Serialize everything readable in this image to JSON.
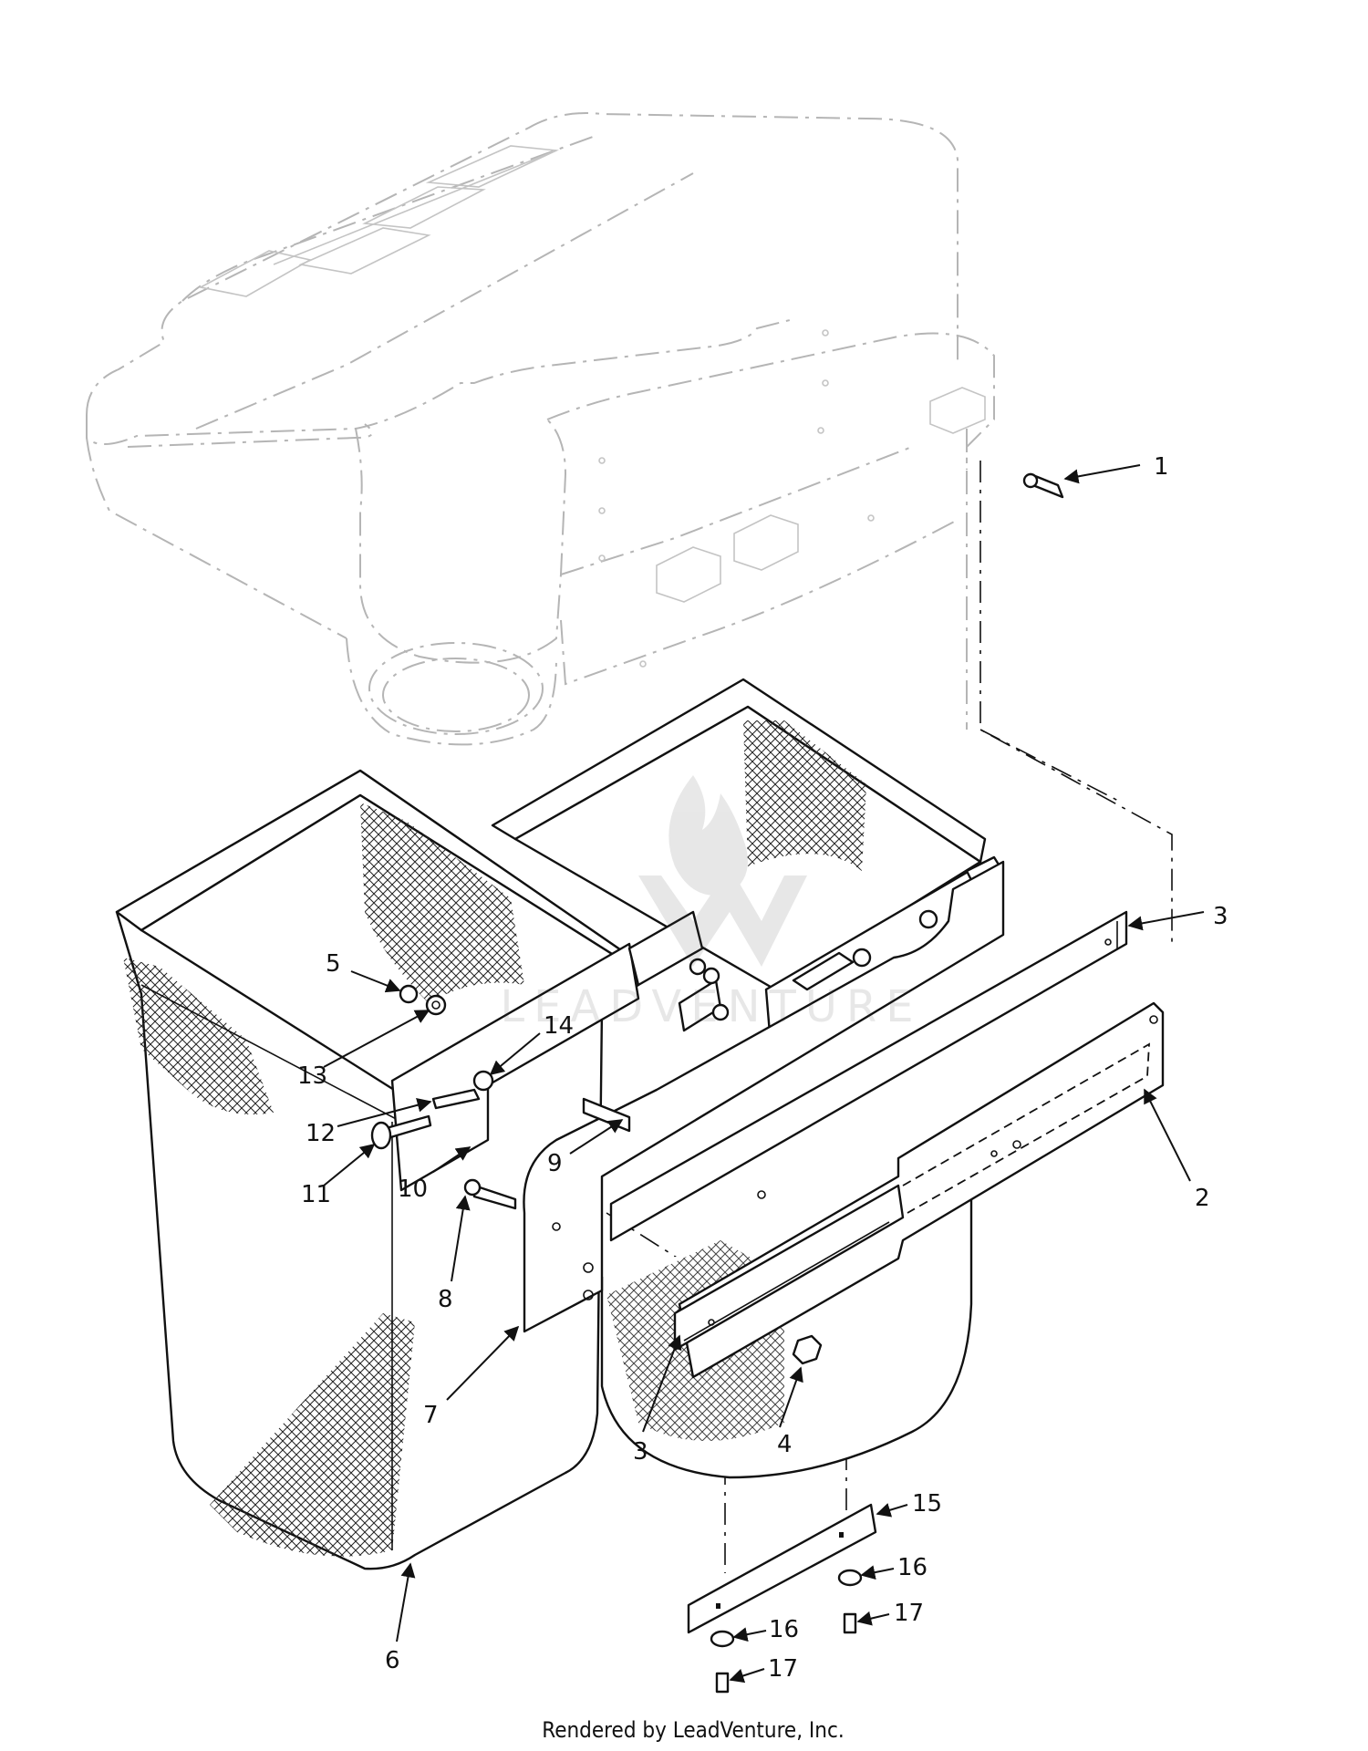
{
  "callouts": [
    {
      "label": "1"
    },
    {
      "label": "2"
    },
    {
      "label": "3"
    },
    {
      "label": "3"
    },
    {
      "label": "4"
    },
    {
      "label": "5"
    },
    {
      "label": "6"
    },
    {
      "label": "7"
    },
    {
      "label": "8"
    },
    {
      "label": "9"
    },
    {
      "label": "10"
    },
    {
      "label": "11"
    },
    {
      "label": "12"
    },
    {
      "label": "13"
    },
    {
      "label": "14"
    },
    {
      "label": "15"
    },
    {
      "label": "16"
    },
    {
      "label": "16"
    },
    {
      "label": "17"
    },
    {
      "label": "17"
    }
  ],
  "footer": {
    "credit": "Rendered by LeadVenture, Inc."
  },
  "watermark": {
    "text": "LEADVENTURE"
  }
}
